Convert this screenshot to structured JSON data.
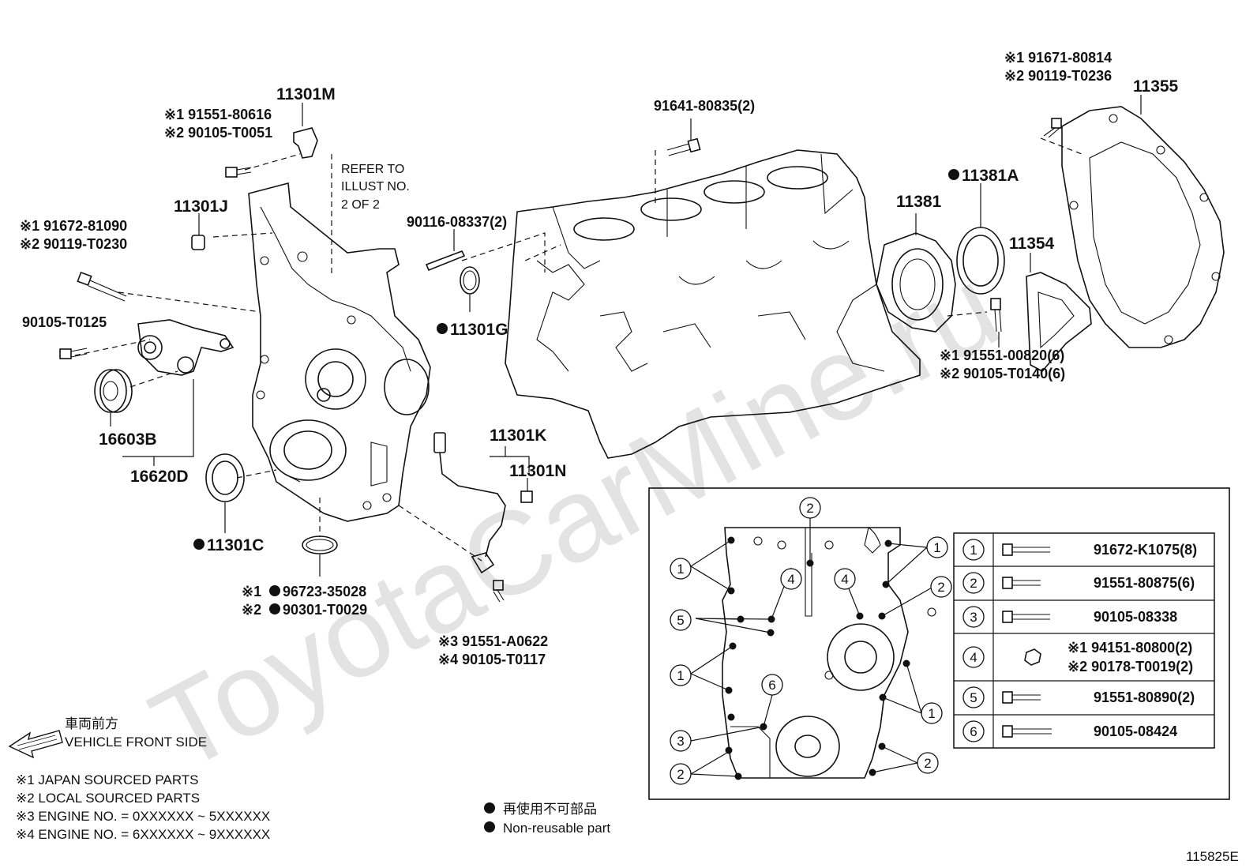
{
  "watermark": "ToyotaCarMine.ru",
  "labels": {
    "l_11301M": "11301M",
    "l_n1_91551_80616": "※1 91551-80616",
    "l_n2_90105_T0051": "※2 90105-T0051",
    "refer_1": "REFER TO",
    "refer_2": "ILLUST NO.",
    "refer_3": "2 OF 2",
    "l_91641": "91641-80835(2)",
    "l_n1_91671": "※1 91671-80814",
    "l_n2_90119_T0236": "※2 90119-T0236",
    "l_11355": "11355",
    "l_11301J": "11301J",
    "l_n1_91672_81090": "※1 91672-81090",
    "l_n2_90119_T0230": "※2 90119-T0230",
    "l_90116": "90116-08337(2)",
    "l_11381A": "11381A",
    "l_11381": "11381",
    "l_11354": "11354",
    "l_90105_T0125": "90105-T0125",
    "l_11301G": "11301G",
    "l_n1_91551_00820": "※1 91551-00820(6)",
    "l_n2_90105_T0140": "※2 90105-T0140(6)",
    "l_16603B": "16603B",
    "l_16620D": "16620D",
    "l_11301K": "11301K",
    "l_11301N": "11301N",
    "l_11301C": "11301C",
    "l_n1_96723": "96723-35028",
    "l_n2_90301": "90301-T0029",
    "l_n1_prefix": "※1",
    "l_n2_prefix": "※2",
    "l_n3_91551_A0622": "※3 91551-A0622",
    "l_n4_90105_T0117": "※4 90105-T0117"
  },
  "front_side": {
    "jp": "車両前方",
    "en": "VEHICLE FRONT SIDE"
  },
  "footnotes": [
    "※1 JAPAN SOURCED PARTS",
    "※2 LOCAL SOURCED PARTS",
    "※3 ENGINE NO. = 0XXXXXX ~ 5XXXXXX",
    "※4 ENGINE NO. = 6XXXXXX ~ 9XXXXXX"
  ],
  "legend": {
    "jp": "再使用不可部品",
    "en": "Non-reusable part"
  },
  "bolt_table": [
    {
      "num": "1",
      "part": "91672-K1075(8)"
    },
    {
      "num": "2",
      "part": "91551-80875(6)"
    },
    {
      "num": "3",
      "part": "90105-08338"
    },
    {
      "num": "4",
      "part": "※1 94151-80800(2)",
      "part2": "※2 90178-T0019(2)"
    },
    {
      "num": "5",
      "part": "91551-80890(2)"
    },
    {
      "num": "6",
      "part": "90105-08424"
    }
  ],
  "illustration_id": "115825E"
}
